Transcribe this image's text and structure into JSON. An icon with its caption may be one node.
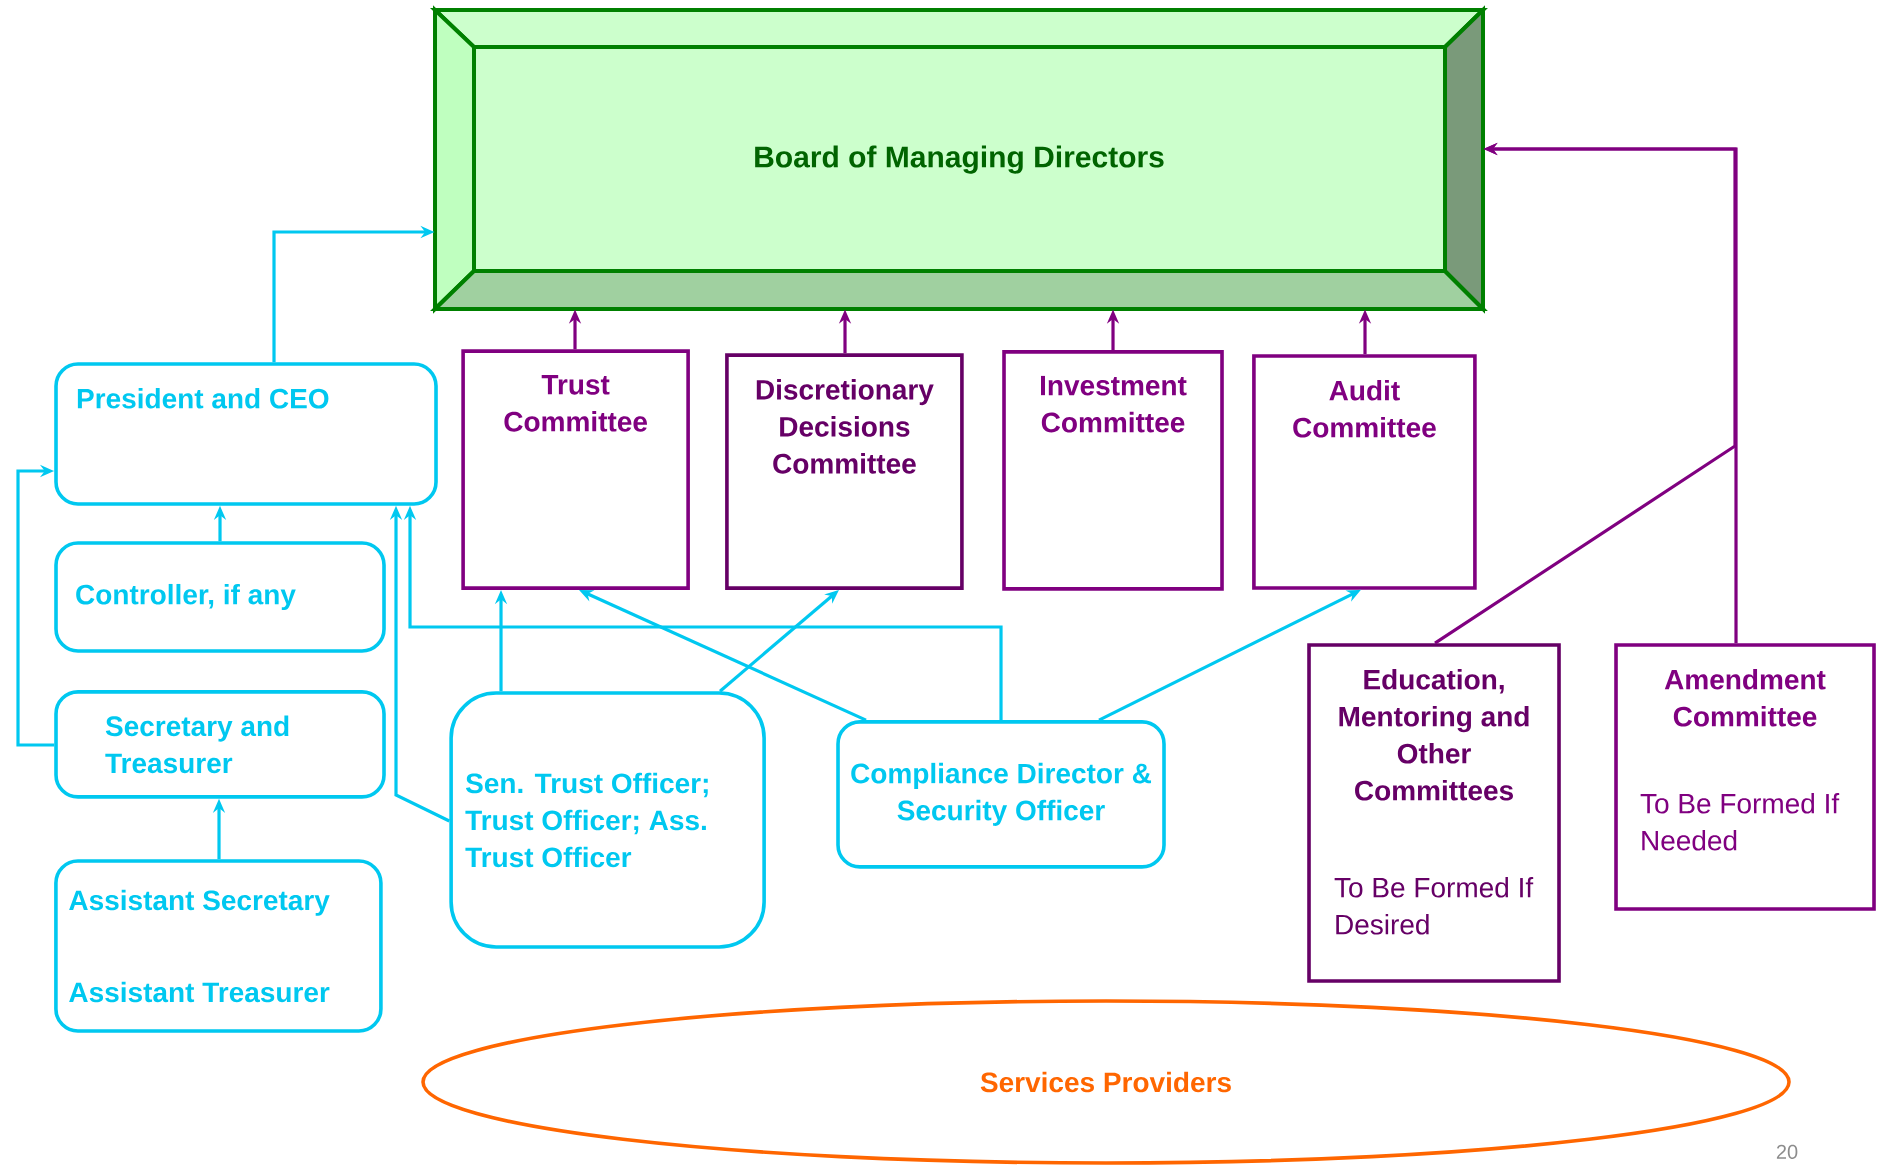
{
  "diagram": {
    "nodes": [
      {
        "text": [
          "Board of Managing Directors"
        ]
      },
      {
        "text": [
          "President and CEO"
        ]
      },
      {
        "text": [
          "Trust Committee"
        ]
      },
      {
        "text": [
          "Discretionary Decisions Committee"
        ]
      },
      {
        "text": [
          "Investment Committee"
        ]
      },
      {
        "text": [
          "Audit Committee"
        ]
      },
      {
        "text": [
          "Controller, if any"
        ]
      },
      {
        "text": [
          "Secretary and Treasurer"
        ]
      },
      {
        "text": [
          "Sen. Trust Officer; Trust Officer; Ass. Trust Officer"
        ]
      },
      {
        "text": [
          "Compliance Director & Security Officer"
        ]
      },
      {
        "text": [
          "Education, Mentoring and Other Committees",
          "To Be Formed If Desired"
        ]
      },
      {
        "text": [
          "Amendment Committee",
          "To Be Formed If Needed"
        ]
      },
      {
        "text": [
          "Assistant Secretary",
          "Assistant Treasurer"
        ]
      },
      {
        "text": [
          "Services Providers"
        ]
      }
    ],
    "edges": [
      {
        "from": 1,
        "to": 0,
        "arrow": "to"
      },
      {
        "from": 2,
        "to": 0,
        "arrow": "to",
        "color": "#800080"
      },
      {
        "from": 3,
        "to": 0,
        "arrow": "to",
        "color": "#800080"
      },
      {
        "from": 4,
        "to": 0,
        "arrow": "to",
        "color": "#800080"
      },
      {
        "from": 5,
        "to": 0,
        "arrow": "to",
        "color": "#800080"
      },
      {
        "from": 11,
        "to": 0,
        "arrow": "to",
        "color": "#800080"
      },
      {
        "from": 10,
        "to": 0,
        "arrow": "to",
        "color": "#800080"
      },
      {
        "from": 6,
        "to": 1,
        "arrow": "to"
      },
      {
        "from": 7,
        "to": 1,
        "arrow": "to"
      },
      {
        "from": 12,
        "to": 7,
        "arrow": "to"
      },
      {
        "from": 8,
        "to": 1,
        "arrow": "to"
      },
      {
        "from": 8,
        "to": 2,
        "arrow": "to"
      },
      {
        "from": 8,
        "to": 3,
        "arrow": "to"
      },
      {
        "from": 9,
        "to": 2,
        "arrow": "to"
      },
      {
        "from": 9,
        "to": 1,
        "arrow": "to"
      },
      {
        "from": 9,
        "to": 5,
        "arrow": "to"
      }
    ],
    "labels": [
      "20"
    ]
  }
}
